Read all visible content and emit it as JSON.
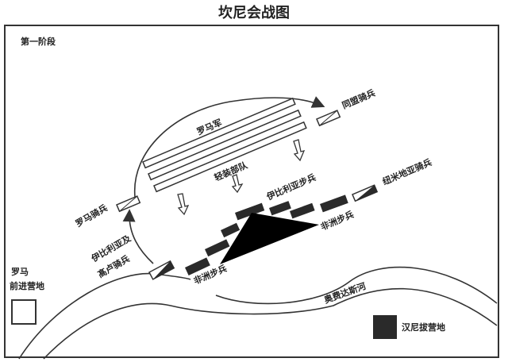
{
  "title": "坎尼会战图",
  "phase": "第一阶段",
  "labels": {
    "roman_army": "罗马军",
    "allied_cavalry": "同盟骑兵",
    "light_troops": "轻装部队",
    "iberian_infantry": "伊比利亚步兵",
    "numidian_cavalry": "纽米地亚骑兵",
    "african_infantry_right": "非洲步兵",
    "african_infantry_left": "非洲步兵",
    "roman_cavalry": "罗马骑兵",
    "iberian_gaul_cavalry_1": "伊比利亚及",
    "iberian_gaul_cavalry_2": "髙卢骑兵",
    "river": "奥费达斯河",
    "roman_camp_1": "罗马",
    "roman_camp_2": "前进营地",
    "hannibal_camp": "汉尼拔营地"
  },
  "colors": {
    "ink": "#222222",
    "carthaginian": "#2a2a2a",
    "roman": "#ffffff"
  }
}
